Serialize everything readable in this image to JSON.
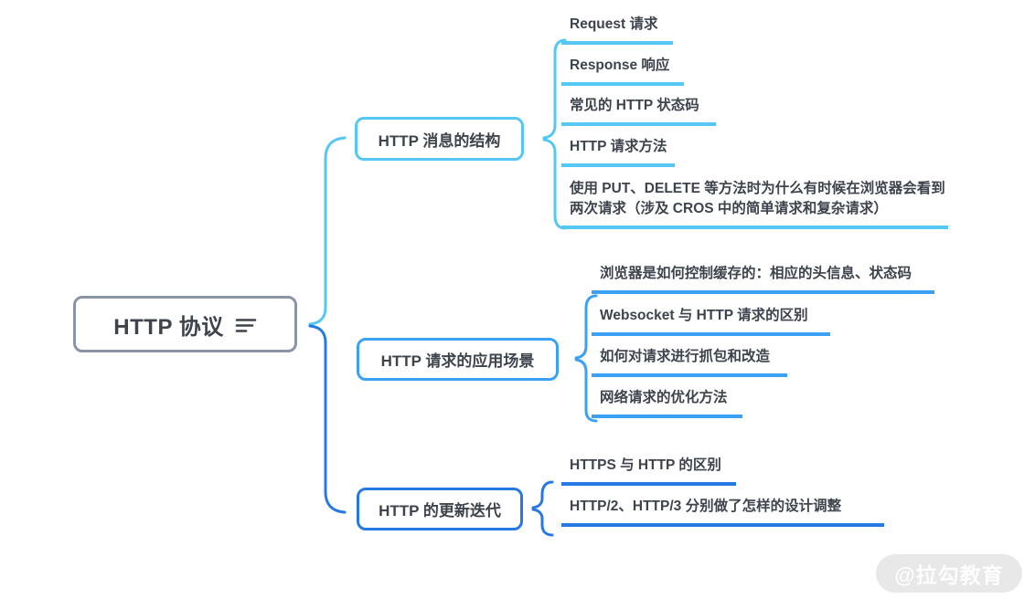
{
  "root": {
    "label": "HTTP 协议",
    "icon": "notes-icon"
  },
  "branches": [
    {
      "label": "HTTP 消息的结构",
      "color": "#54C7F4",
      "children": [
        "Request 请求",
        "Response 响应",
        "常见的 HTTP 状态码",
        "HTTP 请求方法",
        "使用 PUT、DELETE 等方法时为什么有时候在浏览器会看到两次请求（涉及 CROS 中的简单请求和复杂请求）"
      ]
    },
    {
      "label": "HTTP 请求的应用场景",
      "color": "#3AA1F5",
      "children": [
        "浏览器是如何控制缓存的：相应的头信息、状态码",
        "Websocket 与 HTTP 请求的区别",
        "如何对请求进行抓包和改造",
        "网络请求的优化方法"
      ]
    },
    {
      "label": "HTTP 的更新迭代",
      "color": "#2678E4",
      "children": [
        "HTTPS 与 HTTP 的区别",
        "HTTP/2、HTTP/3 分别做了怎样的设计调整"
      ]
    }
  ],
  "watermark": {
    "label": "@拉勾教育"
  },
  "colors": {
    "root_border": "#8A94A6",
    "text": "#3E434C",
    "background": "#FFFFFF",
    "watermark_bg": "#E8E8E8",
    "watermark_text": "#FDFDFD"
  }
}
